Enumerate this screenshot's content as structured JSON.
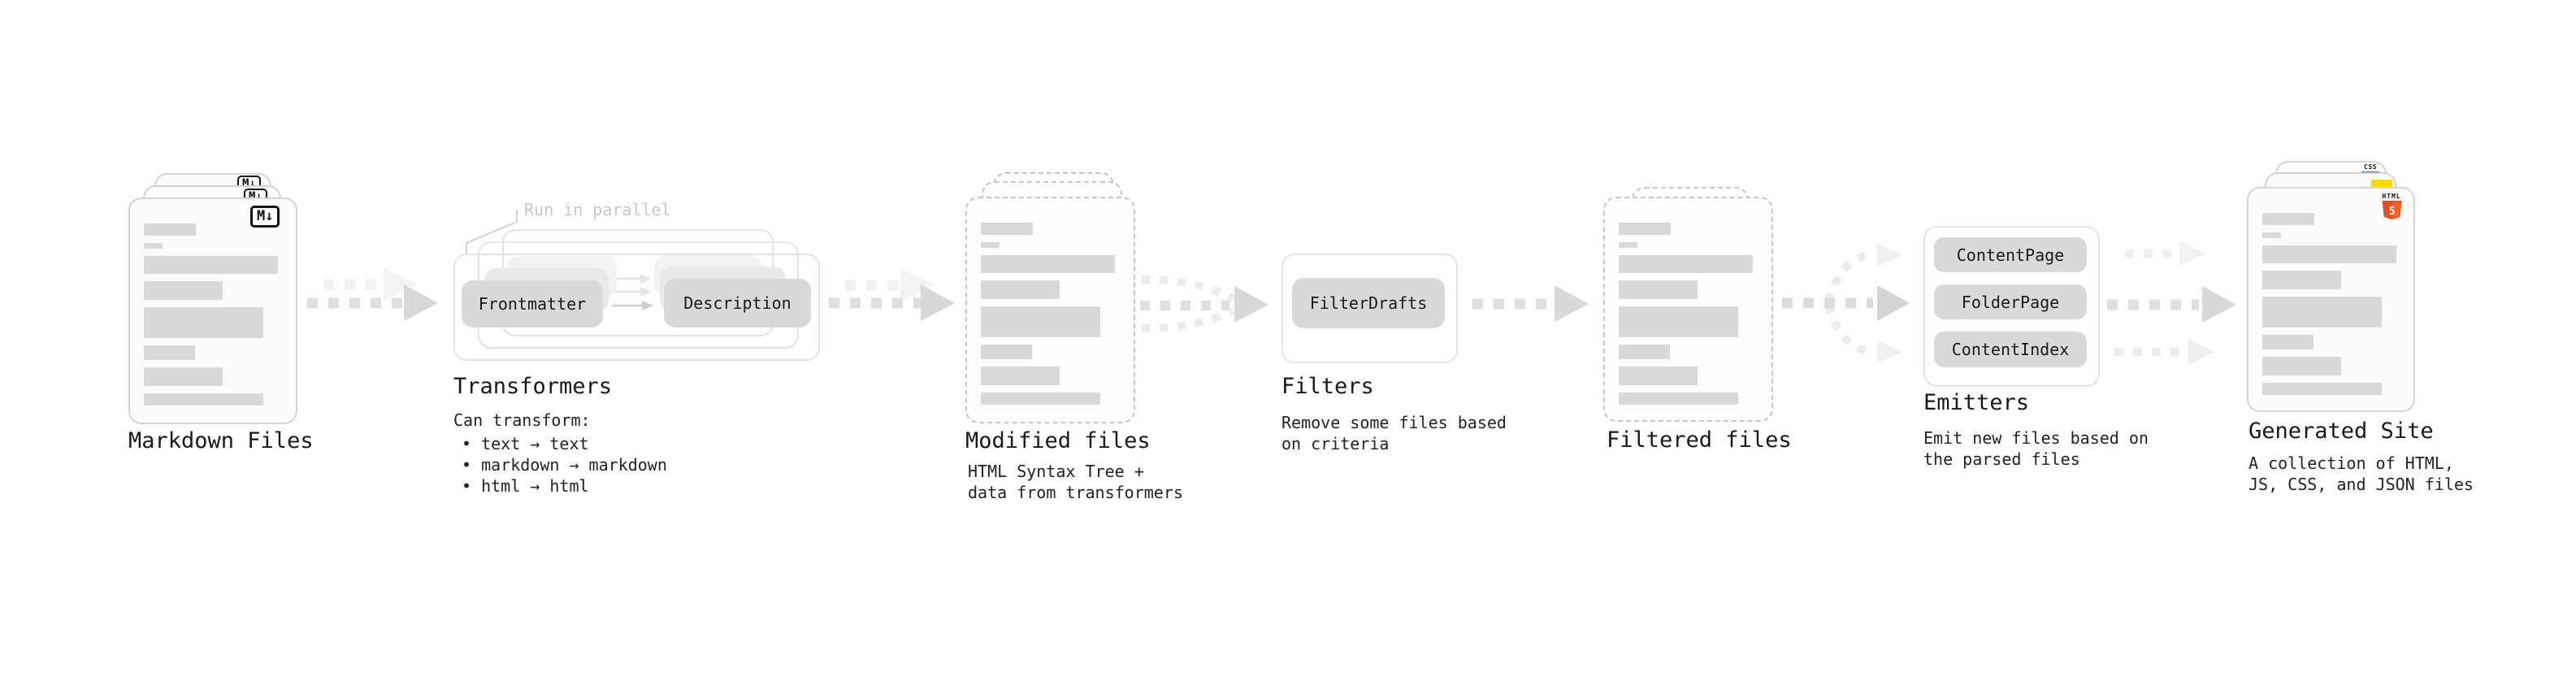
{
  "markdown": {
    "label": "Markdown Files",
    "badge": "M↓"
  },
  "transformers": {
    "heading": "Transformers",
    "annotation": "Run in parallel",
    "pills": [
      "Frontmatter",
      "Description"
    ],
    "subheading": "Can transform:",
    "bullets": [
      "• text → text",
      "• markdown → markdown",
      "• html → html"
    ]
  },
  "modified": {
    "heading": "Modified files",
    "description": [
      "HTML Syntax Tree +",
      "data from transformers"
    ]
  },
  "filters": {
    "heading": "Filters",
    "pill": "FilterDrafts",
    "description": [
      "Remove some files based",
      "on criteria"
    ]
  },
  "filtered": {
    "heading": "Filtered files"
  },
  "emitters": {
    "heading": "Emitters",
    "pills": [
      "ContentPage",
      "FolderPage",
      "ContentIndex"
    ],
    "description": [
      "Emit new files based on",
      "the parsed files"
    ]
  },
  "generated": {
    "heading": "Generated Site",
    "description": [
      "A collection of HTML,",
      "JS, CSS, and JSON files"
    ],
    "badges": {
      "css": "CSS",
      "html": "HTML",
      "html5_number": "5"
    }
  },
  "colors": {
    "html5_orange": "#e44d26",
    "html5_orange_light": "#f16529",
    "css_blue": "#2b6af3",
    "js_yellow": "#ffd900",
    "pill_gray": "#d9d9d9",
    "placeholder_bar_gray": "#d9d9d9",
    "annotation_gray": "#c8c8c8",
    "text": "#1c1c1c"
  }
}
